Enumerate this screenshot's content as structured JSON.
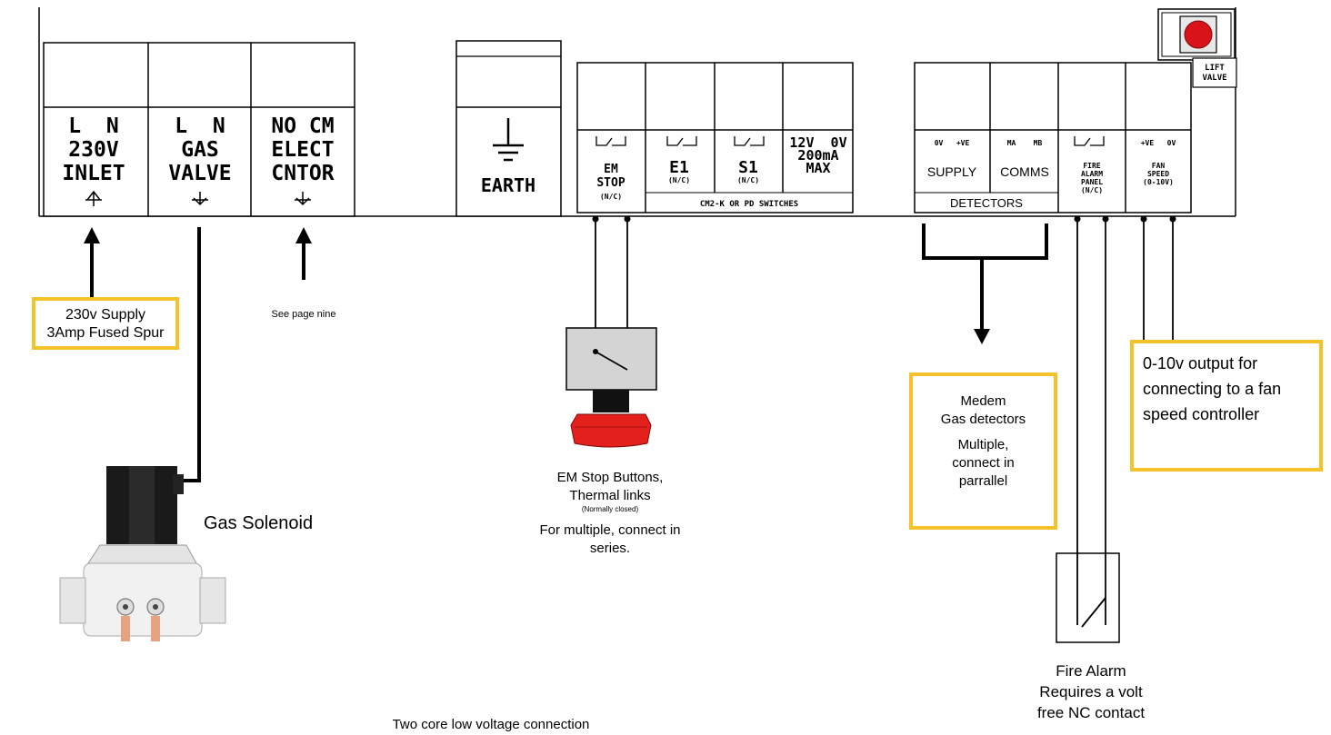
{
  "colors": {
    "accent_box_border": "#f6c22a",
    "em_button_red": "#e3201b",
    "lift_button_red": "#d8141a"
  },
  "terminals": {
    "t1": {
      "line1": "L  N",
      "line2": "230V",
      "line3": "INLET"
    },
    "t2": {
      "line1": "L  N",
      "line2": "GAS",
      "line3": "VALVE"
    },
    "t3": {
      "line1": "NO CM",
      "line2": "ELECT",
      "line3": "CNTOR"
    },
    "earth": "EARTH",
    "em": {
      "line1": "EM",
      "line2": "STOP",
      "line3": "(N/C)"
    },
    "e1": {
      "line1": "E1",
      "line2": "(N/C)"
    },
    "s1": {
      "line1": "S1",
      "line2": "(N/C)"
    },
    "pwr": {
      "line1": "12V  0V",
      "line2": "200mA",
      "line3": "MAX"
    },
    "switches_label": "CM2-K OR PD SWITCHES",
    "supply": {
      "pins": "0V   +VE",
      "label": "SUPPLY"
    },
    "comms": {
      "pins": "MA    MB",
      "label": "COMMS"
    },
    "detectors_label": "DETECTORS",
    "fire": {
      "line1": "FIRE",
      "line2": "ALARM",
      "line3": "PANEL",
      "line4": "(N/C)"
    },
    "fan": {
      "pins": "+VE   0V",
      "line1": "FAN",
      "line2": "SPEED",
      "line3": "(0-10V)"
    },
    "lift_valve": {
      "line1": "LIFT",
      "line2": "VALVE"
    }
  },
  "labels": {
    "supply_box": {
      "line1": "230v Supply",
      "line2": "3Amp Fused Spur"
    },
    "see_page": "See page nine",
    "gas_solenoid": "Gas Solenoid",
    "em_stop": {
      "line1": "EM Stop  Buttons,",
      "line2": "Thermal links",
      "line3": "(Normally closed)",
      "line4": "For multiple, connect in",
      "line5": "series."
    },
    "detectors_box": {
      "line1": "Medem",
      "line2": "Gas detectors",
      "line3": "Multiple,",
      "line4": "connect in",
      "line5": "parrallel"
    },
    "fan_box": {
      "line1": "0-10v output for",
      "line2": "connecting to a fan",
      "line3": "speed controller"
    },
    "fire_alarm": {
      "line1": "Fire Alarm",
      "line2": "Requires a volt",
      "line3": "free NC contact"
    },
    "two_core": "Two core low voltage connection"
  }
}
